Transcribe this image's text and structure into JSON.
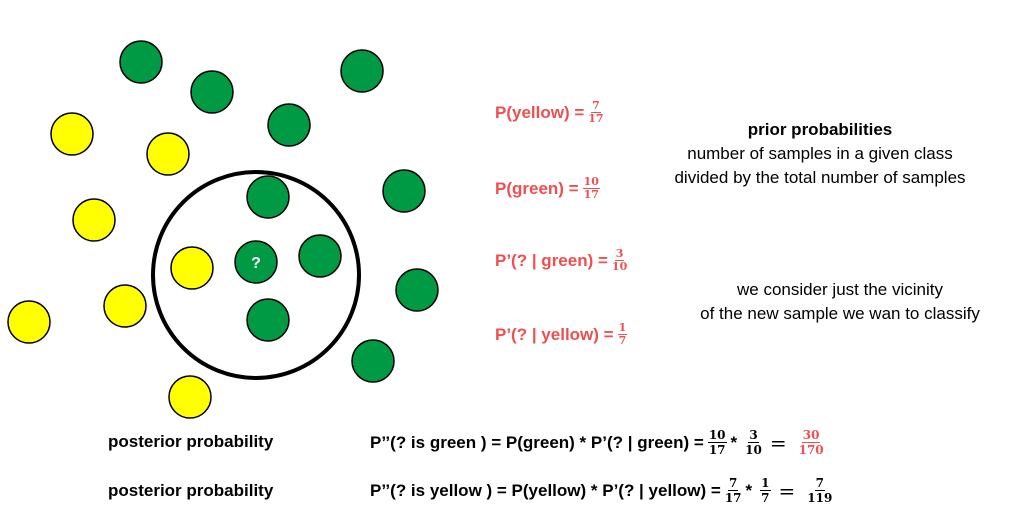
{
  "diagram": {
    "question_mark": "?",
    "colors": {
      "green": "#009944",
      "yellow": "#ffff00",
      "outline": "#000000",
      "accent": "#ef4f4f"
    }
  },
  "probabilities": {
    "p_yellow": {
      "label": "P(yellow) =",
      "num": "7",
      "den": "17"
    },
    "p_green": {
      "label": "P(green) =",
      "num": "10",
      "den": "17"
    },
    "p_q_green": {
      "label": "P’(? | green) =",
      "num": "3",
      "den": "10"
    },
    "p_q_yellow": {
      "label": "P’(? | yellow) =",
      "num": "1",
      "den": "7"
    }
  },
  "notes": {
    "prior": {
      "title": "prior probabilities",
      "line1": "number of samples in a given class",
      "line2": "divided by the total number of samples"
    },
    "vicinity": {
      "line1": "we consider just the vicinity",
      "line2": "of the new sample we wan to classify"
    }
  },
  "posterior": [
    {
      "label": "posterior probability",
      "expr": "P’’(? is green ) = P(green) * P’(? | green) =",
      "f1": {
        "num": "10",
        "den": "17"
      },
      "op": "*",
      "f2": {
        "num": "3",
        "den": "10"
      },
      "eq": "=",
      "result": {
        "num": "30",
        "den": "170"
      }
    },
    {
      "label": "posterior probability",
      "expr": "P’’(? is yellow ) = P(yellow) * P’(? | yellow) =",
      "f1": {
        "num": "7",
        "den": "17"
      },
      "op": "*",
      "f2": {
        "num": "1",
        "den": "7"
      },
      "eq": "=",
      "result": {
        "num": "7",
        "den": "119"
      }
    }
  ]
}
